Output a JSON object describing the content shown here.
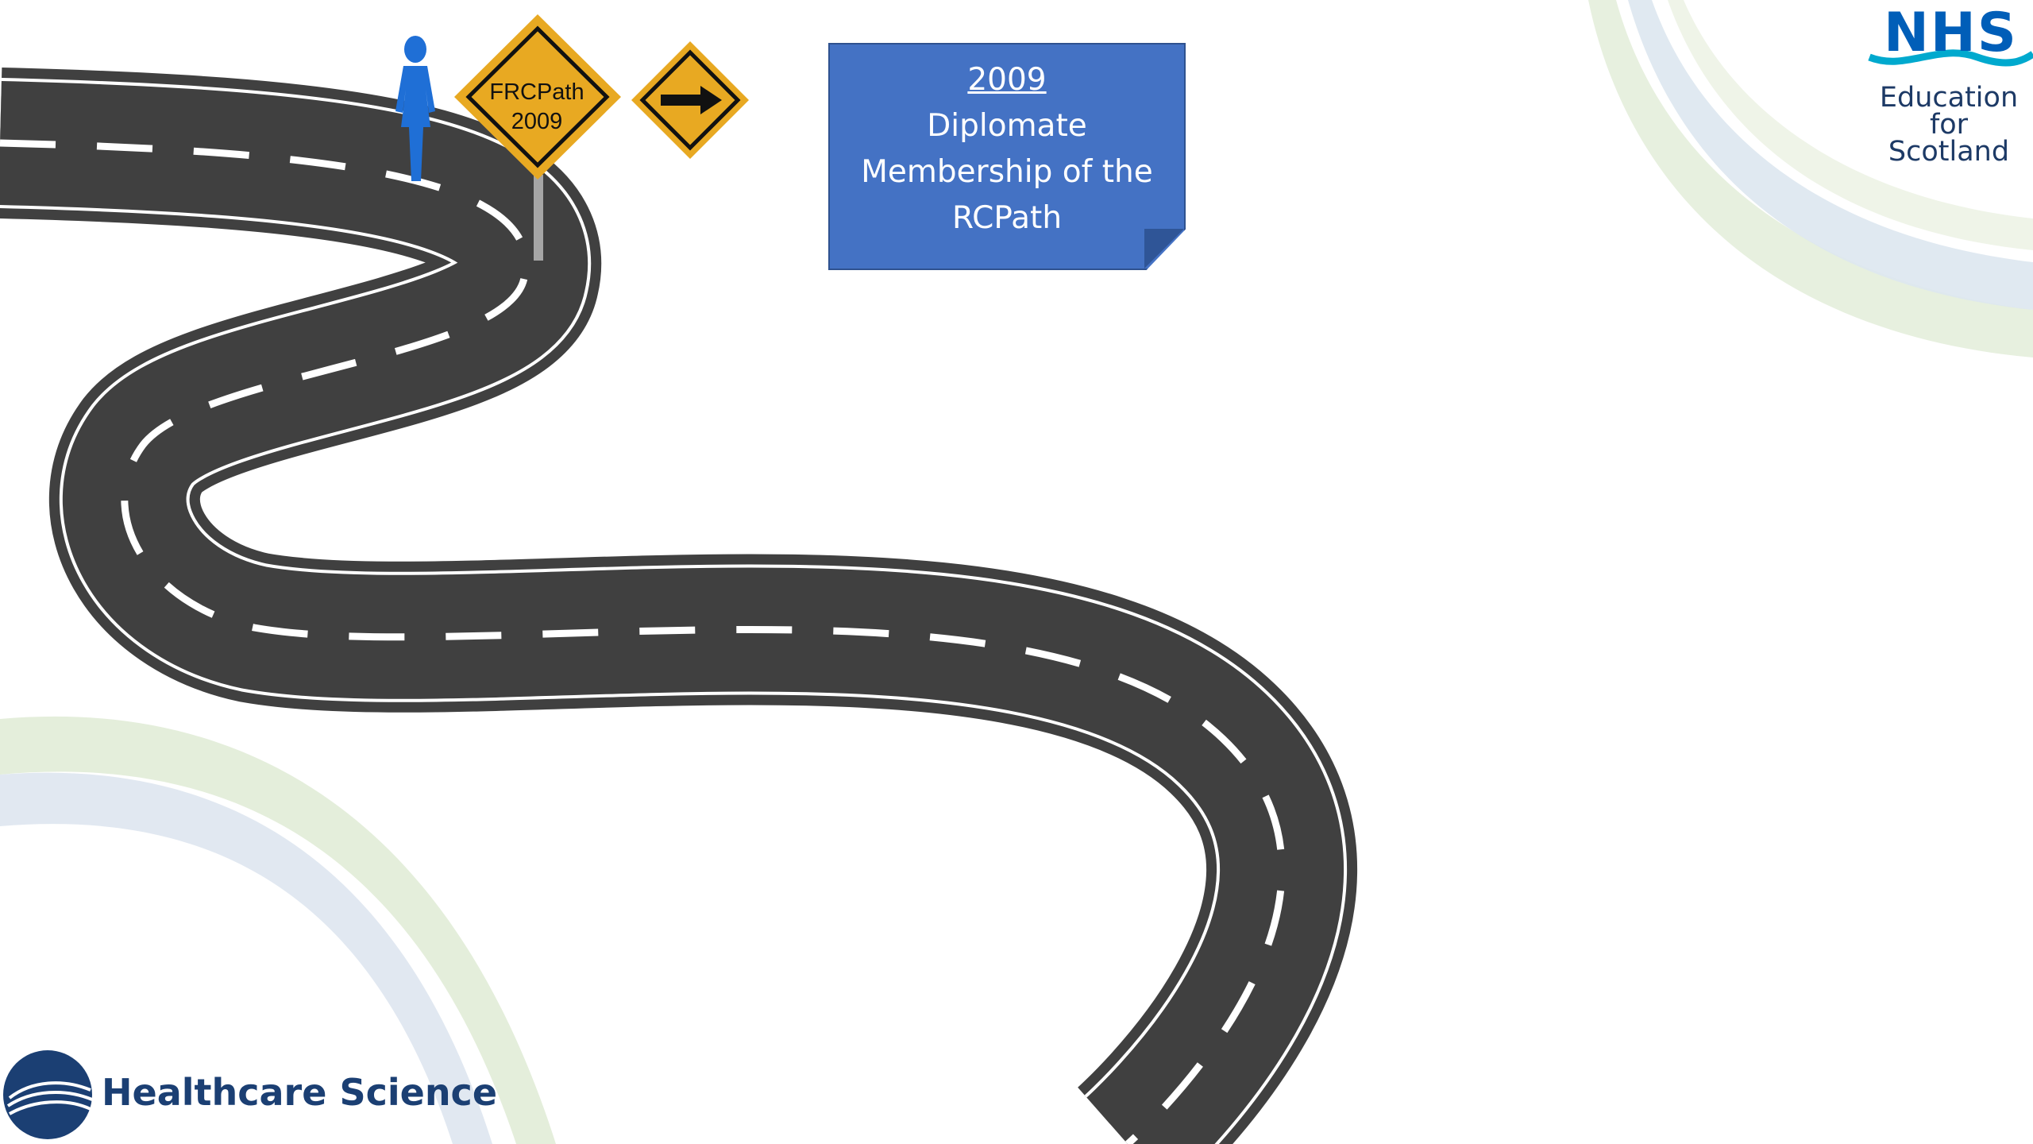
{
  "note": {
    "year": "2009",
    "line1": "Diplomate",
    "line2": "Membership of the",
    "line3": "RCPath"
  },
  "sign": {
    "line1": "FRCPath",
    "line2": "2009"
  },
  "nhs_logo": {
    "word": "NHS",
    "line1": "Education",
    "line2": "for",
    "line3": "Scotland"
  },
  "healthcare_logo": {
    "text": "Healthcare Science"
  },
  "colors": {
    "road": "#404040",
    "note_fill": "#4472c4",
    "sign_fill": "#e8a922",
    "person": "#1f6fd6",
    "nhs_blue": "#005eb8",
    "hs_navy": "#1b3f73"
  },
  "icons": [
    "person-icon",
    "arrow-right-icon",
    "road-illustration"
  ]
}
